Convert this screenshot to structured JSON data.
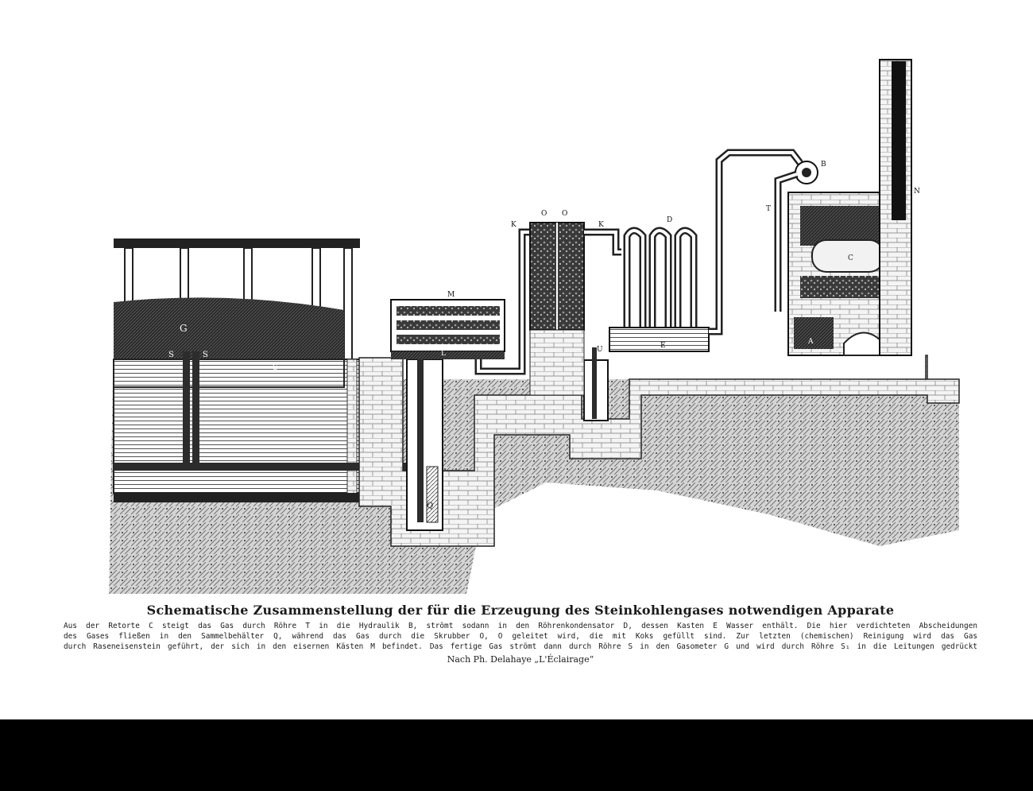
{
  "caption": {
    "title": "Schematische Zusammenstellung der für die Erzeugung des Steinkohlengases notwendigen Apparate",
    "lines": [
      "Aus der Retorte C steigt das Gas durch Röhre T in die Hydraulik B, strömt sodann in den Röhrenkondensator D, dessen Kasten E Wasser enthält. Die hier verdichteten Abscheidungen",
      "des Gases fließen in den Sammelbehälter Q, während das Gas durch die Skrubber O, O geleitet wird, die mit Koks gefüllt sind. Zur letzten (chemischen) Reinigung wird das Gas",
      "durch Raseneisenstein geführt, der sich in den eisernen Kästen M befindet. Das fertige Gas strömt dann durch Röhre S in den Gasometer G und wird durch Röhre S₁ in die Leitungen gedrückt"
    ],
    "credit": "Nach Ph. Delahaye „L'Éclairage“"
  },
  "diagram_labels": {
    "gasometer": "G",
    "pipe_s_left": "S",
    "pipe_s_right": "S",
    "gasometer_s1": "S",
    "purifier_boxes": "M",
    "collector": "Q",
    "purifier_pipe": "L",
    "scrubber_left": "O",
    "scrubber_right": "O",
    "scrubber_pipe_left": "K",
    "scrubber_pipe_right": "K",
    "condenser": "D",
    "condenser_box": "E",
    "u_trap": "U",
    "hydraulic": "B",
    "rise_pipe": "T",
    "retort": "C",
    "furnace": "A",
    "chimney": "N"
  }
}
